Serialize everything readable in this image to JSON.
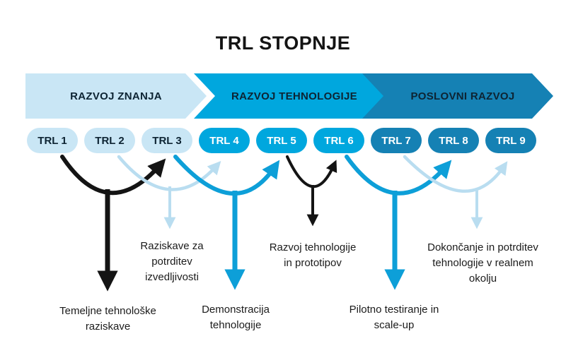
{
  "title": "TRL STOPNJE",
  "colors": {
    "light_blue": "#c9e6f5",
    "medium_blue": "#00a7de",
    "dark_blue": "#1581b4",
    "light_arrow": "#b9ddf0",
    "teal_arrow": "#0d9fd8",
    "black": "#141414",
    "banner_text": "#0d2433"
  },
  "phases": [
    {
      "label": "RAZVOJ ZNANJA"
    },
    {
      "label": "RAZVOJ TEHNOLOGIJE"
    },
    {
      "label": "POSLOVNI RAZVOJ"
    }
  ],
  "trl": [
    {
      "label": "TRL 1"
    },
    {
      "label": "TRL 2"
    },
    {
      "label": "TRL 3"
    },
    {
      "label": "TRL 4"
    },
    {
      "label": "TRL 5"
    },
    {
      "label": "TRL 6"
    },
    {
      "label": "TRL 7"
    },
    {
      "label": "TRL 8"
    },
    {
      "label": "TRL 9"
    }
  ],
  "annotations": [
    {
      "text": "Temeljne tehnološke\nraziskave",
      "arrow_color": "black"
    },
    {
      "text": "Raziskave za\npotrditev\nizvedljivosti",
      "arrow_color": "light_arrow"
    },
    {
      "text": "Demonstracija\ntehnologije",
      "arrow_color": "teal_arrow"
    },
    {
      "text": "Razvoj tehnologije\nin prototipov",
      "arrow_color": "black"
    },
    {
      "text": "Pilotno testiranje in\nscale-up",
      "arrow_color": "teal_arrow"
    },
    {
      "text": "Dokončanje in potrditev\ntehnologije v realnem\nokolju",
      "arrow_color": "light_arrow"
    }
  ]
}
